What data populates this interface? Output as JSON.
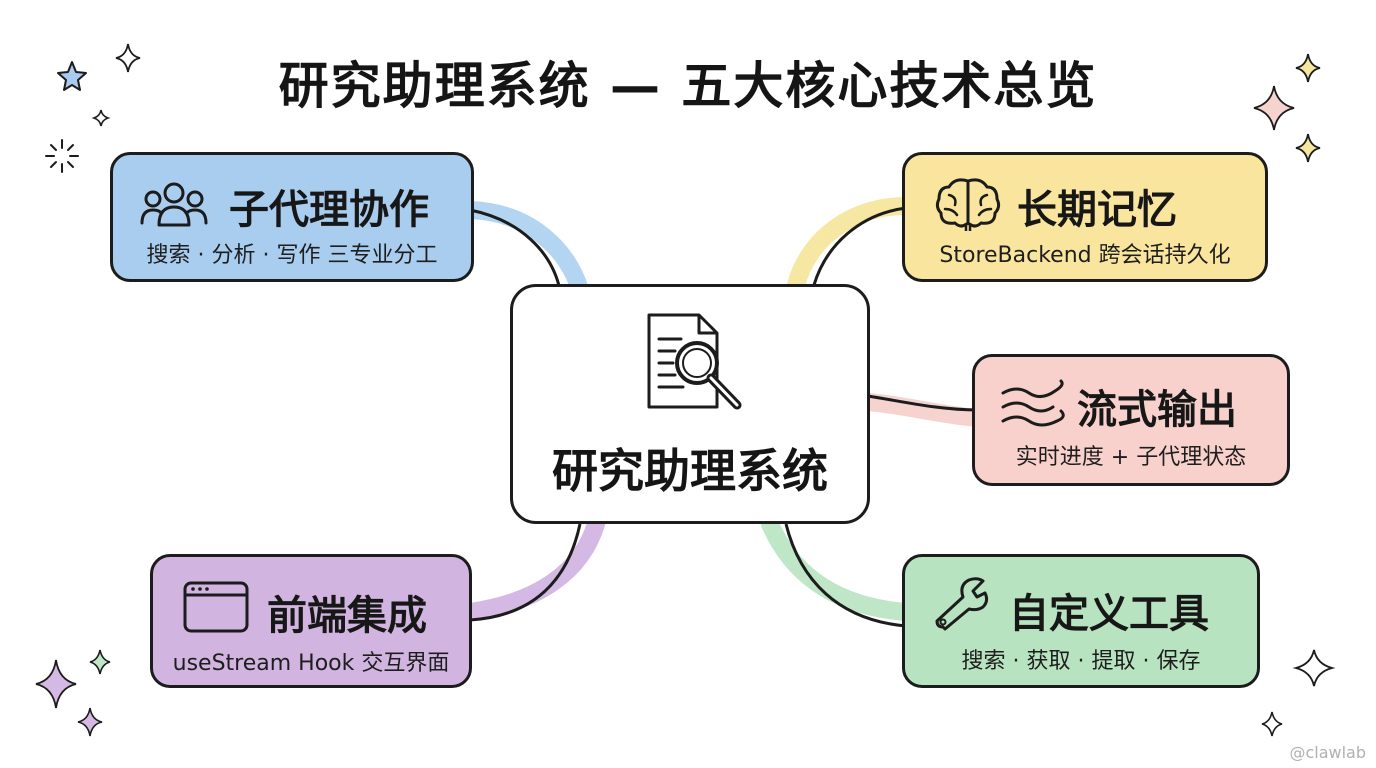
{
  "title": "研究助理系统 — 五大核心技术总览",
  "center": {
    "title": "研究助理系统",
    "icon": "document-search-icon"
  },
  "nodes": {
    "subagents": {
      "title": "子代理协作",
      "desc": "搜索 · 分析 · 写作 三专业分工",
      "icon": "people-icon",
      "fill": "#a9cdef",
      "link_color": "#b4d5f2"
    },
    "memory": {
      "title": "长期记忆",
      "desc": "StoreBackend 跨会话持久化",
      "icon": "brain-icon",
      "fill": "#f9e59d",
      "link_color": "#f6e7a3"
    },
    "streaming": {
      "title": "流式输出",
      "desc": "实时进度 + 子代理状态",
      "icon": "wind-icon",
      "fill": "#f8d1cc",
      "link_color": "#f6d3cf"
    },
    "frontend": {
      "title": "前端集成",
      "desc": "useStream Hook 交互界面",
      "icon": "browser-window-icon",
      "fill": "#d1b4e0",
      "link_color": "#d3b9e3"
    },
    "tools": {
      "title": "自定义工具",
      "desc": "搜索 · 获取 · 提取 · 保存",
      "icon": "wrench-icon",
      "fill": "#b7e3c1",
      "link_color": "#bfe6c7"
    }
  },
  "watermark": "@clawlab"
}
